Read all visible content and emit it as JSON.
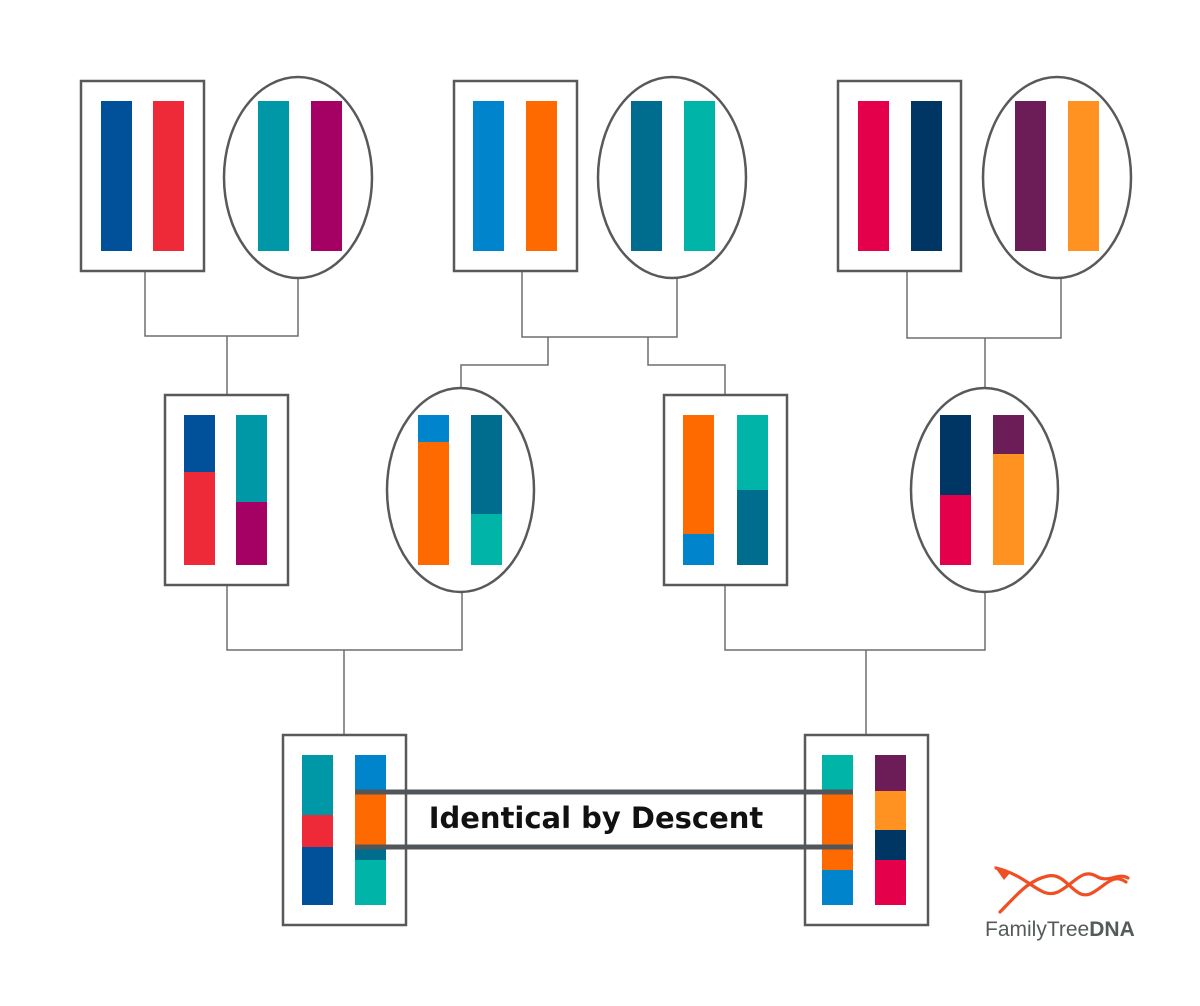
{
  "colors": {
    "outline": "#58595b",
    "connector": "#6d6e71",
    "ibd_bar": "#505659",
    "brand_text": "#555a5b",
    "logo": "#f04e23"
  },
  "generations": [
    {
      "generation": "grandparents",
      "individuals": [
        {
          "id": "gp1",
          "sex": "male",
          "chromosomes": [
            [
              {
                "color": "#00509a",
                "fraction": 1
              }
            ],
            [
              {
                "color": "#ee2a39",
                "fraction": 1
              }
            ]
          ]
        },
        {
          "id": "gp2",
          "sex": "female",
          "chromosomes": [
            [
              {
                "color": "#0097a7",
                "fraction": 1
              }
            ],
            [
              {
                "color": "#a50064",
                "fraction": 1
              }
            ]
          ]
        },
        {
          "id": "gp3",
          "sex": "male",
          "chromosomes": [
            [
              {
                "color": "#0085cc",
                "fraction": 1
              }
            ],
            [
              {
                "color": "#ff6a00",
                "fraction": 1
              }
            ]
          ]
        },
        {
          "id": "gp4",
          "sex": "female",
          "chromosomes": [
            [
              {
                "color": "#006d8f",
                "fraction": 1
              }
            ],
            [
              {
                "color": "#00b5a8",
                "fraction": 1
              }
            ]
          ]
        },
        {
          "id": "gp5",
          "sex": "male",
          "chromosomes": [
            [
              {
                "color": "#e4004b",
                "fraction": 1
              }
            ],
            [
              {
                "color": "#003663",
                "fraction": 1
              }
            ]
          ]
        },
        {
          "id": "gp6",
          "sex": "female",
          "chromosomes": [
            [
              {
                "color": "#6c1d57",
                "fraction": 1
              }
            ],
            [
              {
                "color": "#ff9220",
                "fraction": 1
              }
            ]
          ]
        }
      ]
    },
    {
      "generation": "parents",
      "individuals": [
        {
          "id": "p1",
          "sex": "male",
          "chromosomes": [
            [
              {
                "color": "#00509a",
                "fraction": 0.38
              },
              {
                "color": "#ee2a39",
                "fraction": 0.62
              }
            ],
            [
              {
                "color": "#0097a7",
                "fraction": 0.58
              },
              {
                "color": "#a50064",
                "fraction": 0.42
              }
            ]
          ]
        },
        {
          "id": "p2",
          "sex": "female",
          "chromosomes": [
            [
              {
                "color": "#0085cc",
                "fraction": 0.18
              },
              {
                "color": "#ff6a00",
                "fraction": 0.82
              }
            ],
            [
              {
                "color": "#006d8f",
                "fraction": 0.66
              },
              {
                "color": "#00b5a8",
                "fraction": 0.34
              }
            ]
          ]
        },
        {
          "id": "p3",
          "sex": "male",
          "chromosomes": [
            [
              {
                "color": "#ff6a00",
                "fraction": 0.79
              },
              {
                "color": "#0085cc",
                "fraction": 0.21
              }
            ],
            [
              {
                "color": "#00b5a8",
                "fraction": 0.5
              },
              {
                "color": "#006d8f",
                "fraction": 0.5
              }
            ]
          ]
        },
        {
          "id": "p4",
          "sex": "female",
          "chromosomes": [
            [
              {
                "color": "#003663",
                "fraction": 0.53
              },
              {
                "color": "#e4004b",
                "fraction": 0.47
              }
            ],
            [
              {
                "color": "#6c1d57",
                "fraction": 0.26
              },
              {
                "color": "#ff9220",
                "fraction": 0.74
              }
            ]
          ]
        }
      ]
    },
    {
      "generation": "descendants",
      "individuals": [
        {
          "id": "c1",
          "sex": "male",
          "chromosomes": [
            [
              {
                "color": "#0097a7",
                "fraction": 0.4
              },
              {
                "color": "#ee2a39",
                "fraction": 0.21
              },
              {
                "color": "#00509a",
                "fraction": 0.39
              }
            ],
            [
              {
                "color": "#0085cc",
                "fraction": 0.24
              },
              {
                "color": "#ff6a00",
                "fraction": 0.36
              },
              {
                "color": "#006d8f",
                "fraction": 0.1
              },
              {
                "color": "#00b5a8",
                "fraction": 0.3
              }
            ]
          ]
        },
        {
          "id": "c2",
          "sex": "male",
          "chromosomes": [
            [
              {
                "color": "#00b5a8",
                "fraction": 0.25
              },
              {
                "color": "#ff6a00",
                "fraction": 0.51
              },
              {
                "color": "#0085cc",
                "fraction": 0.24
              }
            ],
            [
              {
                "color": "#6c1d57",
                "fraction": 0.24
              },
              {
                "color": "#ff9220",
                "fraction": 0.26
              },
              {
                "color": "#003663",
                "fraction": 0.2
              },
              {
                "color": "#e4004b",
                "fraction": 0.3
              }
            ]
          ]
        }
      ]
    }
  ],
  "ibd": {
    "label": "Identical by Descent"
  },
  "brand": {
    "name_regular": "FamilyTree",
    "name_bold": "DNA"
  }
}
